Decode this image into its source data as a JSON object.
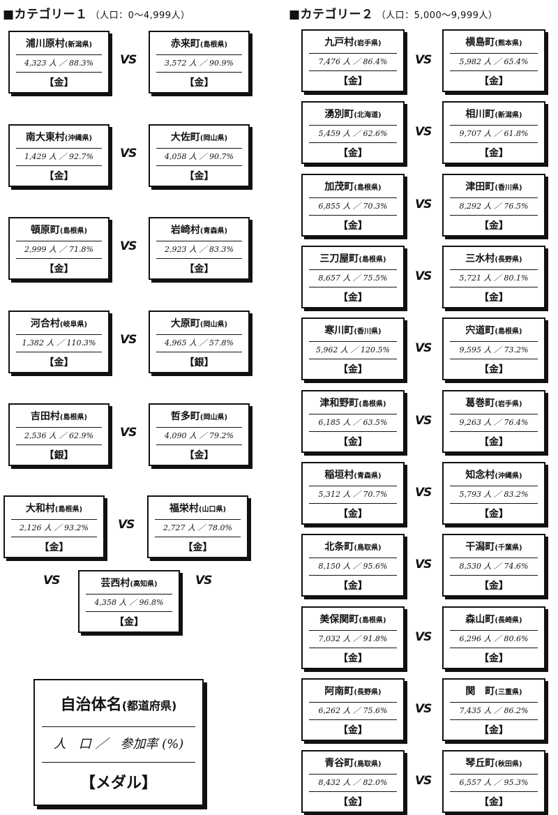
{
  "category1": {
    "title": "■カテゴリー１",
    "subtitle": "（人口：0〜4,999人）",
    "matches": [
      {
        "left": {
          "name": "浦川原村",
          "pref": "(新潟県)",
          "stats": "4,323 人 ／ 88.3%",
          "medal": "【金】"
        },
        "right": {
          "name": "赤来町",
          "pref": "(島根県)",
          "stats": "3,572 人 ／ 90.9%",
          "medal": "【金】"
        }
      },
      {
        "left": {
          "name": "南大東村",
          "pref": "(沖縄県)",
          "stats": "1,429 人 ／ 92.7%",
          "medal": "【金】"
        },
        "right": {
          "name": "大佐町",
          "pref": "(岡山県)",
          "stats": "4,058 人 ／ 90.7%",
          "medal": "【金】"
        }
      },
      {
        "left": {
          "name": "頓原町",
          "pref": "(島根県)",
          "stats": "2,999 人 ／ 71.8%",
          "medal": "【金】"
        },
        "right": {
          "name": "岩崎村",
          "pref": "(青森県)",
          "stats": "2,923 人 ／ 83.3%",
          "medal": "【金】"
        }
      },
      {
        "left": {
          "name": "河合村",
          "pref": "(岐阜県)",
          "stats": "1,382 人 ／ 110.3%",
          "medal": "【金】"
        },
        "right": {
          "name": "大原町",
          "pref": "(岡山県)",
          "stats": "4,965 人 ／ 57.8%",
          "medal": "【銀】"
        }
      },
      {
        "left": {
          "name": "吉田村",
          "pref": "(島根県)",
          "stats": "2,536 人 ／ 62.9%",
          "medal": "【銀】"
        },
        "right": {
          "name": "哲多町",
          "pref": "(岡山県)",
          "stats": "4,090 人 ／ 79.2%",
          "medal": "【金】"
        }
      },
      {
        "left": {
          "name": "大和村",
          "pref": "(島根県)",
          "stats": "2,126 人 ／ 93.2%",
          "medal": "【金】"
        },
        "right": {
          "name": "福栄村",
          "pref": "(山口県)",
          "stats": "2,727 人 ／ 78.0%",
          "medal": "【金】"
        }
      }
    ],
    "extra": {
      "name": "芸西村",
      "pref": "(高知県)",
      "stats": "4,358 人 ／ 96.8%",
      "medal": "【金】"
    }
  },
  "category2": {
    "title": "■カテゴリー２",
    "subtitle": "（人口：5,000〜9,999人）",
    "matches": [
      {
        "left": {
          "name": "九戸村",
          "pref": "(岩手県)",
          "stats": "7,476 人 ／ 86.4%",
          "medal": "【金】"
        },
        "right": {
          "name": "横島町",
          "pref": "(熊本県)",
          "stats": "5,982 人 ／ 65.4%",
          "medal": "【金】"
        }
      },
      {
        "left": {
          "name": "湧別町",
          "pref": "(北海道)",
          "stats": "5,459 人 ／ 62.6%",
          "medal": "【金】"
        },
        "right": {
          "name": "相川町",
          "pref": "(新潟県)",
          "stats": "9,707 人 ／ 61.8%",
          "medal": "【金】"
        }
      },
      {
        "left": {
          "name": "加茂町",
          "pref": "(島根県)",
          "stats": "6,855 人 ／ 70.3%",
          "medal": "【金】"
        },
        "right": {
          "name": "津田町",
          "pref": "(香川県)",
          "stats": "8,292 人 ／ 76.5%",
          "medal": "【金】"
        }
      },
      {
        "left": {
          "name": "三刀屋町",
          "pref": "(島根県)",
          "stats": "8,657 人 ／ 75.5%",
          "medal": "【金】"
        },
        "right": {
          "name": "三水村",
          "pref": "(長野県)",
          "stats": "5,721 人 ／ 80.1%",
          "medal": "【金】"
        }
      },
      {
        "left": {
          "name": "寒川町",
          "pref": "(香川県)",
          "stats": "5,962 人 ／ 120.5%",
          "medal": "【金】"
        },
        "right": {
          "name": "宍道町",
          "pref": "(島根県)",
          "stats": "9,595 人 ／ 73.2%",
          "medal": "【金】"
        }
      },
      {
        "left": {
          "name": "津和野町",
          "pref": "(島根県)",
          "stats": "6,185 人 ／ 63.5%",
          "medal": "【金】"
        },
        "right": {
          "name": "葛巻町",
          "pref": "(岩手県)",
          "stats": "9,263 人 ／ 76.4%",
          "medal": "【金】"
        }
      },
      {
        "left": {
          "name": "稲垣村",
          "pref": "(青森県)",
          "stats": "5,312 人 ／ 70.7%",
          "medal": "【金】"
        },
        "right": {
          "name": "知念村",
          "pref": "(沖縄県)",
          "stats": "5,793 人 ／ 83.2%",
          "medal": "【金】"
        }
      },
      {
        "left": {
          "name": "北条町",
          "pref": "(鳥取県)",
          "stats": "8,150 人 ／ 95.6%",
          "medal": "【金】"
        },
        "right": {
          "name": "干潟町",
          "pref": "(千葉県)",
          "stats": "8,530 人 ／ 74.6%",
          "medal": "【金】"
        }
      },
      {
        "left": {
          "name": "美保関町",
          "pref": "(島根県)",
          "stats": "7,032 人 ／ 91.8%",
          "medal": "【金】"
        },
        "right": {
          "name": "森山町",
          "pref": "(長崎県)",
          "stats": "6,296 人 ／ 80.6%",
          "medal": "【金】"
        }
      },
      {
        "left": {
          "name": "阿南町",
          "pref": "(長野県)",
          "stats": "6,262 人 ／ 75.6%",
          "medal": "【金】"
        },
        "right": {
          "name": "関　町",
          "pref": "(三重県)",
          "stats": "7,435 人 ／ 86.2%",
          "medal": "【金】"
        }
      },
      {
        "left": {
          "name": "青谷町",
          "pref": "(鳥取県)",
          "stats": "8,432 人 ／ 82.0%",
          "medal": "【金】"
        },
        "right": {
          "name": "琴丘町",
          "pref": "(秋田県)",
          "stats": "6,557 人 ／ 95.3%",
          "medal": "【金】"
        }
      }
    ]
  },
  "vs_label": "VS",
  "legend": {
    "name": "自治体名",
    "pref": "(都道府県)",
    "stats": "人　口 ／　参加率 (%)",
    "medal": "【メダル】"
  }
}
